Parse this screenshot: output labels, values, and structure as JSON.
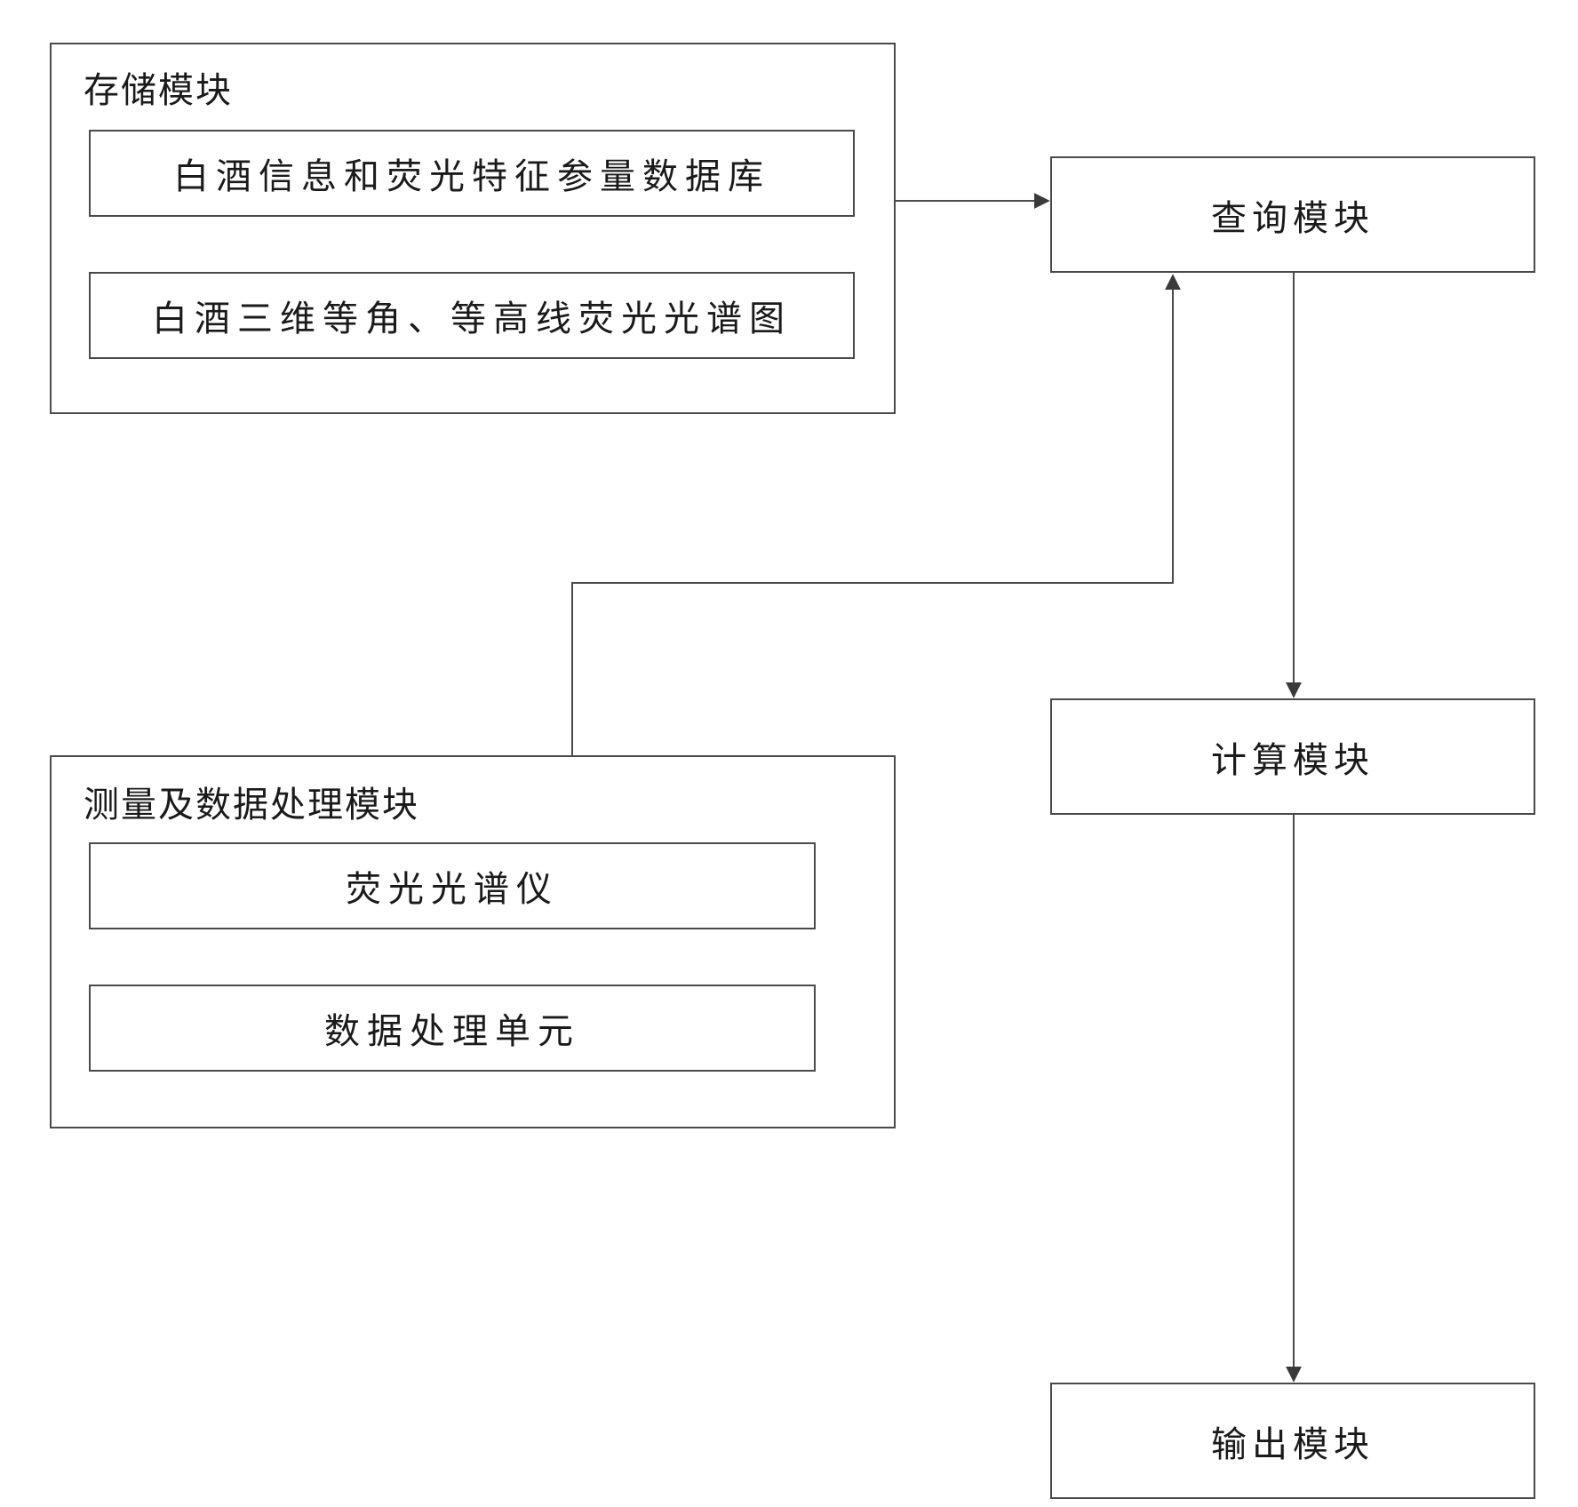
{
  "storage_module": {
    "title": "存储模块",
    "items": [
      "白酒信息和荧光特征参量数据库",
      "白酒三维等角、等高线荧光光谱图"
    ]
  },
  "measurement_module": {
    "title": "测量及数据处理模块",
    "items": [
      "荧光光谱仪",
      "数据处理单元"
    ]
  },
  "query_module": {
    "label": "查询模块"
  },
  "calc_module": {
    "label": "计算模块"
  },
  "output_module": {
    "label": "输出模块"
  },
  "colors": {
    "line": "#4a4a4a",
    "text": "#1a1a1a"
  }
}
